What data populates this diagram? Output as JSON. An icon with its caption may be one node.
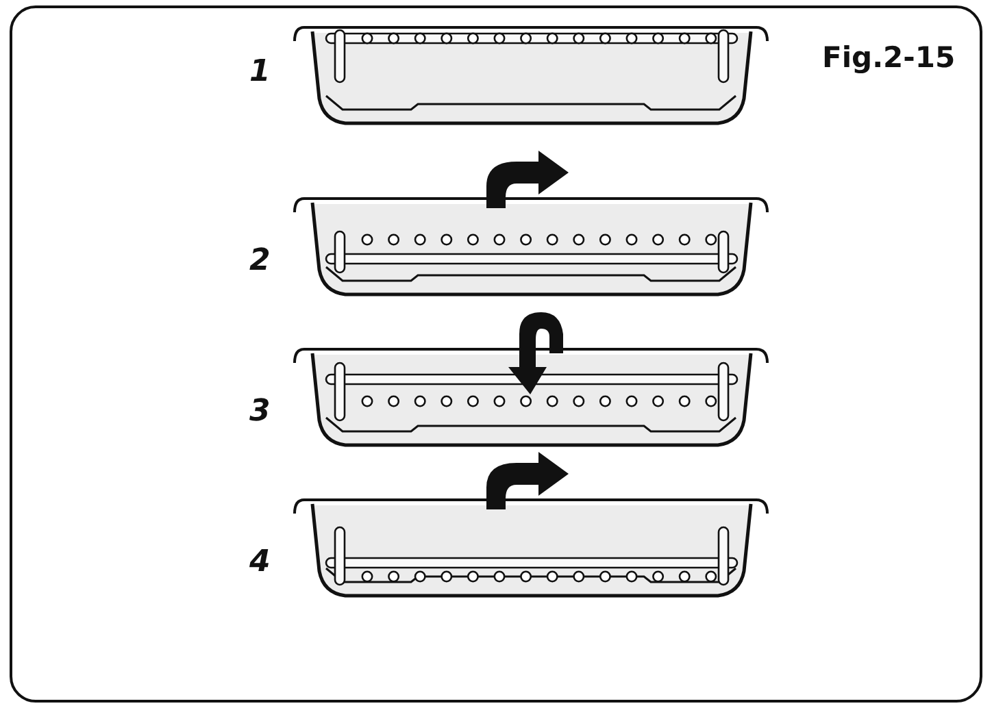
{
  "diagram": {
    "title": "Fig.2-15",
    "labels": [
      "1",
      "2",
      "3",
      "4"
    ]
  }
}
